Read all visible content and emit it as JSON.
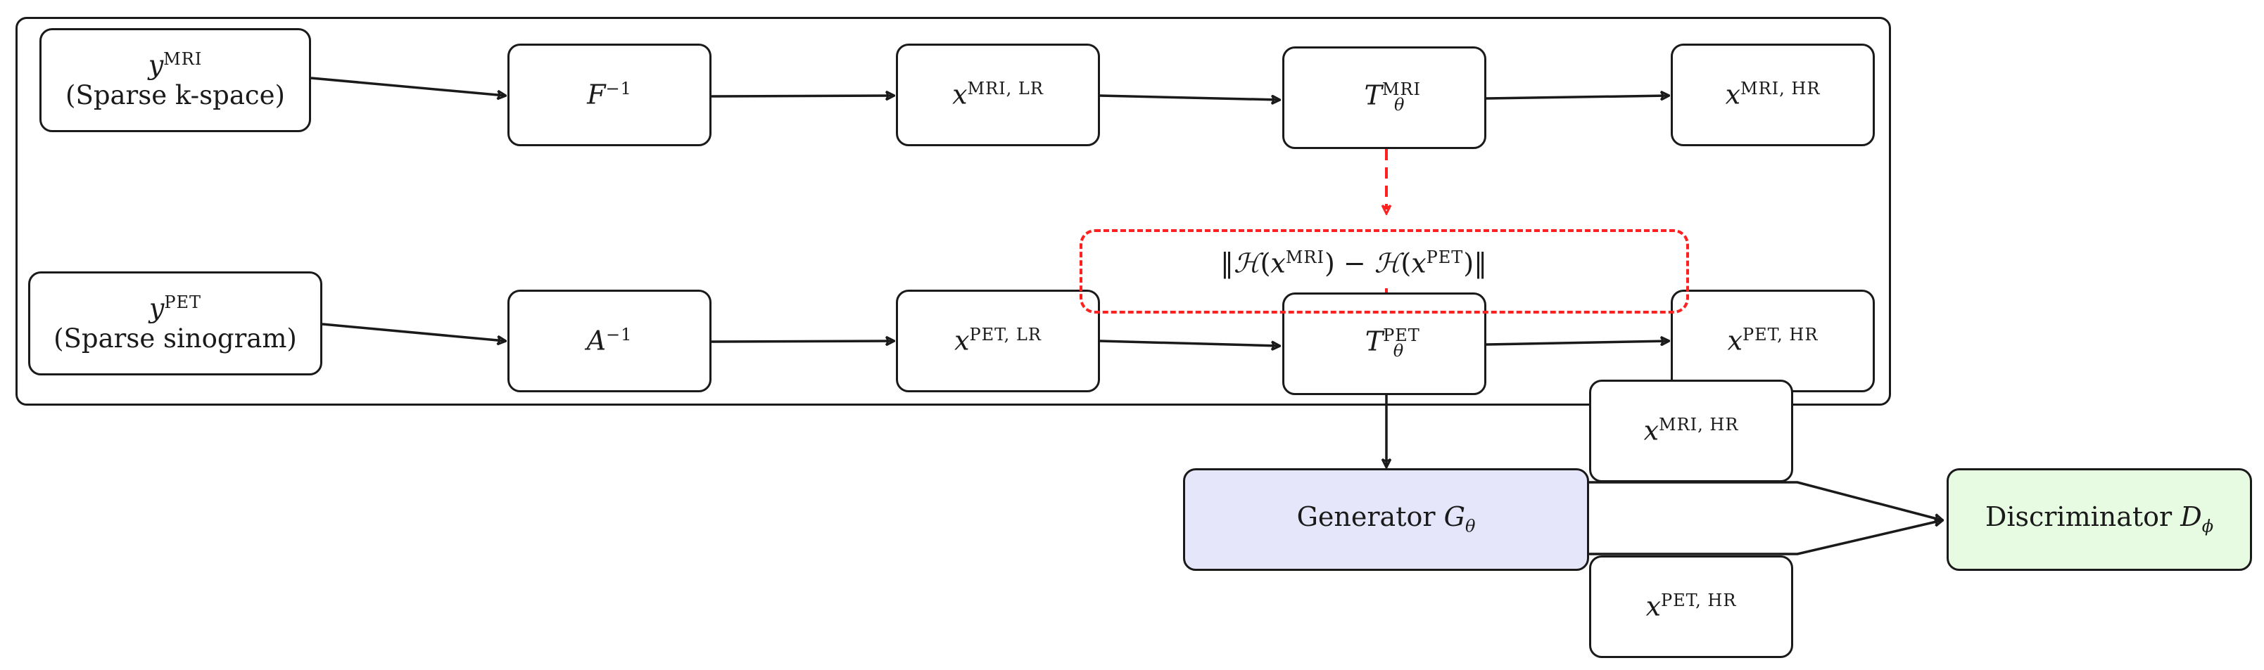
{
  "mri_input": {
    "symbol": "y",
    "sup": "MRI",
    "caption": "(Sparse k-space)"
  },
  "pet_input": {
    "symbol": "y",
    "sup": "PET",
    "caption": "(Sparse sinogram)"
  },
  "op_mri": {
    "symbol": "F",
    "sup": "−1"
  },
  "op_pet": {
    "symbol": "A",
    "sup": "−1"
  },
  "x_mri_lr": {
    "symbol": "x",
    "sup": "MRI, LR"
  },
  "x_pet_lr": {
    "symbol": "x",
    "sup": "PET, LR"
  },
  "t_mri": {
    "symbol": "T",
    "sub": "θ",
    "sup": "MRI"
  },
  "t_pet": {
    "symbol": "T",
    "sub": "θ",
    "sup": "PET"
  },
  "x_mri_hr": {
    "symbol": "x",
    "sup": "MRI, HR"
  },
  "x_pet_hr": {
    "symbol": "x",
    "sup": "PET, HR"
  },
  "consistency_loss": {
    "open": "‖",
    "h1": "ℋ",
    "x1": "x",
    "sup1": "MRI",
    "minus": "−",
    "h2": "ℋ",
    "x2": "x",
    "sup2": "PET",
    "close": "‖"
  },
  "generator": {
    "label": "Generator ",
    "symbol": "G",
    "sub": "θ"
  },
  "gan_mri_hr": {
    "symbol": "x",
    "sup": "MRI, HR"
  },
  "gan_pet_hr": {
    "symbol": "x",
    "sup": "PET, HR"
  },
  "discriminator": {
    "label": "Discriminator ",
    "symbol": "D",
    "sub": "ϕ"
  },
  "colors": {
    "stroke": "#1a1a1a",
    "loss": "#ff2020",
    "generator_fill": "#e6e6fb",
    "discriminator_fill": "#e7fbe3"
  }
}
